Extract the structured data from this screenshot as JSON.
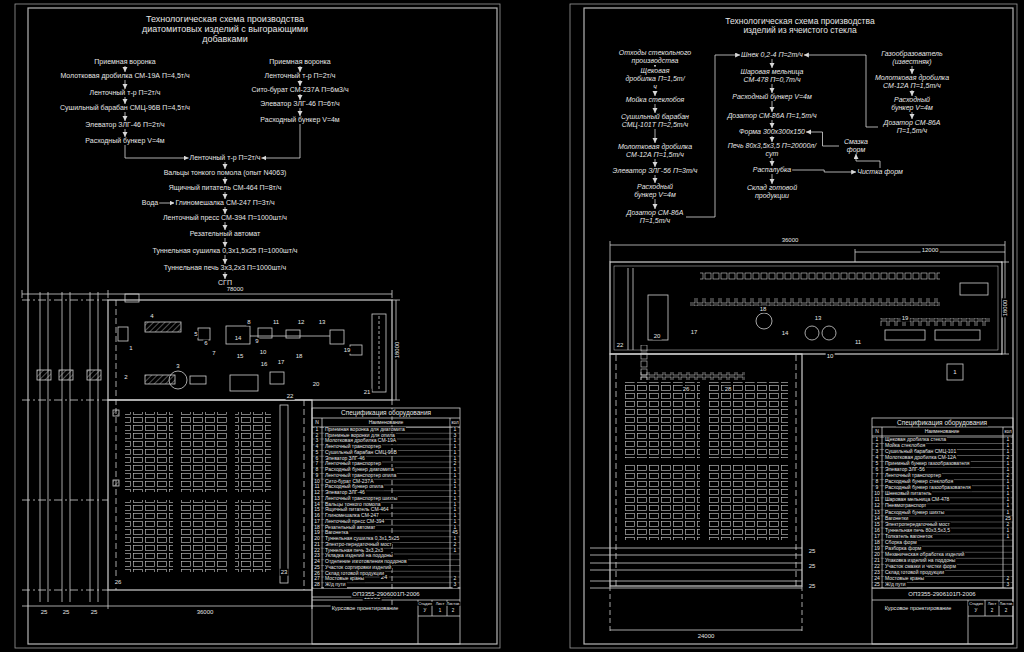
{
  "diagram": {
    "title": "Технологическая схема производства диатомитовых изделий с выгорающими добавками",
    "nodes": [
      {
        "text": [
          "Приемная воронка"
        ]
      },
      {
        "text": [
          "Молотковая дробилка СМ-19А П=4,5т/ч"
        ]
      },
      {
        "text": [
          "Ленточный т-р П=2т/ч"
        ]
      },
      {
        "text": [
          "Сушильный барабан СМЦ-96В П=4,5т/ч"
        ]
      },
      {
        "text": [
          "Элеватор ЗЛГ-46 П=2т/ч"
        ]
      },
      {
        "text": [
          "Расходный бункер V=4м"
        ]
      },
      {
        "text": [
          "Приемная воронка"
        ]
      },
      {
        "text": [
          "Ленточный т-р П=2т/ч"
        ]
      },
      {
        "text": [
          "Сито-бурат СМ-237А П=6м3/ч"
        ]
      },
      {
        "text": [
          "Элеватор ЗЛГ-46 П=6т/ч"
        ]
      },
      {
        "text": [
          "Расходный бункер V=4м"
        ]
      },
      {
        "text": [
          "Ленточный т-р П=2т/ч"
        ]
      },
      {
        "text": [
          "Вальцы тонкого помола (опыт N4063)"
        ]
      },
      {
        "text": [
          "Ящичный питатель СМ-464 П=8т/ч"
        ]
      },
      {
        "text": [
          "Вода"
        ]
      },
      {
        "text": [
          "Глиномешалка СМ-247 П=3т/ч"
        ]
      },
      {
        "text": [
          "Ленточный пресс СМ-394 П=1000шт/ч"
        ]
      },
      {
        "text": [
          "Резательный автомат"
        ]
      },
      {
        "text": [
          "Туннельная сушилка 0,3х1,5х25 П=1000шт/ч"
        ]
      },
      {
        "text": [
          "Туннельная печь 3х3,2х3 П=1000шт/ч"
        ]
      },
      {
        "text": [
          "СГП"
        ]
      },
      {
        "text": [
          "Отходы стекольного производства"
        ]
      },
      {
        "text": [
          "Щековая дробилка П=1,5т/ч"
        ]
      },
      {
        "text": [
          "Мойка стеклобоя"
        ]
      },
      {
        "text": [
          "Сушильный барабан СМЦ-101Т П=2,5т/ч"
        ]
      },
      {
        "text": [
          "Молотковая дробилка СМ-12А П=1,5т/ч"
        ]
      },
      {
        "text": [
          "Элеватор ЗЛГ-56 П=3т/ч"
        ]
      },
      {
        "text": [
          "Расходный бункер V=4м"
        ]
      },
      {
        "text": [
          "Дозатор СМ-86А П=1,5т/ч"
        ]
      },
      {
        "text": [
          "Шнек 0,2-4 П=2т/ч"
        ]
      },
      {
        "text": [
          "Шаровая мельница СМ-478 П=0,7т/ч"
        ]
      },
      {
        "text": [
          "Расходный бункер V=4м"
        ]
      },
      {
        "text": [
          "Дозатор СМ-86А П=1,5т/ч"
        ]
      },
      {
        "text": [
          "Форма 300х300х150"
        ]
      },
      {
        "text": [
          "Печь 80х3,5х3,5 П=20000л/сут"
        ]
      },
      {
        "text": [
          "Распалубка"
        ]
      },
      {
        "text": [
          "Склад готовой продукции"
        ]
      },
      {
        "text": [
          "Газообразователь (известняк)"
        ]
      },
      {
        "text": [
          "Молотковая дробилка СМ-12А П=1,5т/ч"
        ]
      },
      {
        "text": [
          "Расходный бункер V=4м"
        ]
      },
      {
        "text": [
          "Дозатор СМ-86А П=1,5т/ч"
        ]
      },
      {
        "text": [
          "Смазка форм"
        ]
      },
      {
        "text": [
          "Чистка форм"
        ]
      }
    ],
    "edges": [
      {
        "from": 0,
        "to": 1,
        "arrow": "to"
      },
      {
        "from": 1,
        "to": 2,
        "arrow": "to"
      },
      {
        "from": 2,
        "to": 3,
        "arrow": "to"
      },
      {
        "from": 3,
        "to": 4,
        "arrow": "to"
      },
      {
        "from": 4,
        "to": 5,
        "arrow": "to"
      },
      {
        "from": 5,
        "to": 11,
        "arrow": "to"
      },
      {
        "from": 6,
        "to": 7,
        "arrow": "to"
      },
      {
        "from": 7,
        "to": 8,
        "arrow": "to"
      },
      {
        "from": 8,
        "to": 9,
        "arrow": "to"
      },
      {
        "from": 9,
        "to": 10,
        "arrow": "to"
      },
      {
        "from": 10,
        "to": 11,
        "arrow": "to"
      },
      {
        "from": 11,
        "to": 12,
        "arrow": "to"
      },
      {
        "from": 12,
        "to": 13,
        "arrow": "to"
      },
      {
        "from": 13,
        "to": 15,
        "arrow": "to"
      },
      {
        "from": 14,
        "to": 15,
        "arrow": "to"
      },
      {
        "from": 15,
        "to": 16,
        "arrow": "to"
      },
      {
        "from": 16,
        "to": 17,
        "arrow": "to"
      },
      {
        "from": 17,
        "to": 18,
        "arrow": "to"
      },
      {
        "from": 18,
        "to": 19,
        "arrow": "to"
      },
      {
        "from": 19,
        "to": 20,
        "arrow": "to"
      },
      {
        "from": 21,
        "to": 22,
        "arrow": "to"
      },
      {
        "from": 22,
        "to": 23,
        "arrow": "to"
      },
      {
        "from": 23,
        "to": 24,
        "arrow": "to"
      },
      {
        "from": 24,
        "to": 25,
        "arrow": "to"
      },
      {
        "from": 25,
        "to": 26,
        "arrow": "to"
      },
      {
        "from": 26,
        "to": 27,
        "arrow": "to"
      },
      {
        "from": 27,
        "to": 28,
        "arrow": "to"
      },
      {
        "from": 28,
        "to": 29,
        "arrow": "to"
      },
      {
        "from": 29,
        "to": 30,
        "arrow": "to"
      },
      {
        "from": 30,
        "to": 31,
        "arrow": "to"
      },
      {
        "from": 31,
        "to": 32,
        "arrow": "to"
      },
      {
        "from": 32,
        "to": 33,
        "arrow": "to"
      },
      {
        "from": 33,
        "to": 34,
        "arrow": "to"
      },
      {
        "from": 34,
        "to": 35,
        "arrow": "to"
      },
      {
        "from": 35,
        "to": 36,
        "arrow": "to"
      },
      {
        "from": 35,
        "to": 42,
        "arrow": "to"
      },
      {
        "from": 42,
        "to": 41,
        "arrow": "to"
      },
      {
        "from": 41,
        "to": 33,
        "arrow": "to"
      },
      {
        "from": 37,
        "to": 38,
        "arrow": "to"
      },
      {
        "from": 38,
        "to": 39,
        "arrow": "to"
      },
      {
        "from": 39,
        "to": 40,
        "arrow": "to"
      },
      {
        "from": 40,
        "to": 29,
        "arrow": "to"
      }
    ],
    "labels": [
      "Технологическая схема производства изделий из ячеистого стекла",
      "78000",
      "36000",
      "12000",
      "18000",
      "25",
      "25",
      "25",
      "24",
      "1",
      "2",
      "3",
      "4",
      "5",
      "6",
      "7",
      "8",
      "9",
      "10",
      "11",
      "12",
      "13",
      "14",
      "15",
      "16",
      "17",
      "18",
      "19",
      "20",
      "21",
      "22",
      "23",
      "26",
      "27",
      "36000",
      "12000",
      "18000",
      "24000",
      "25",
      "25",
      "25",
      "1",
      "10",
      "13",
      "14",
      "17",
      "18",
      "19",
      "20",
      "22",
      "26",
      "28",
      "11",
      "Спецификация оборудования",
      "N",
      "Наименование",
      "кол",
      "Спецификация оборудования",
      "N",
      "Наименование",
      "кол",
      "ОП3355-2906001П-2006",
      "Курсовое проектирование",
      "Стадия",
      "Лист",
      "Листов",
      "У",
      "1",
      "2",
      "ОП3355-2906101П-2006",
      "Курсовое проектирование",
      "Стадия",
      "Лист",
      "Листов",
      "У",
      "2",
      "2",
      "1",
      "Приемная воронка для диатомита",
      "1",
      "2",
      "Приемные воронки для опила",
      "3",
      "3",
      "Молотковая дробилка СМ-19А",
      "1",
      "4",
      "Ленточный транспортер",
      "1",
      "5",
      "Сушильный барабан СМЦ-96В",
      "1",
      "6",
      "Элеватор ЗЛГ-46",
      "1",
      "7",
      "Ленточный транспортер",
      "2",
      "8",
      "Расходный бункер диатомита",
      "1",
      "9",
      "Ленточный транспортер опила",
      "1",
      "10",
      "Сито-бурат СМ-237А",
      "1",
      "11",
      "Расходный бункер опила",
      "1",
      "12",
      "Элеватор ЗЛГ-46",
      "1",
      "13",
      "Ленточный транспортер шихты",
      "1",
      "14",
      "Вальцы тонкого помола",
      "1",
      "15",
      "Ящичный питатель СМ-464",
      "1",
      "16",
      "Глиномешалка СМ-247",
      "1",
      "17",
      "Ленточный пресс СМ-394",
      "1",
      "18",
      "Резательный автомат",
      "1",
      "19",
      "Вагонетка",
      "45",
      "20",
      "Туннельная сушилка 0,3х1,5х25",
      "1",
      "21",
      "Электро-передаточный мост",
      "2",
      "22",
      "Туннельная печь 3х3,2х3",
      "1",
      "23",
      "Укладка изделий на поддоны",
      "24",
      "Отделение изготовления поддонов",
      "25",
      "Участок сортировки изделий",
      "26",
      "Склад готовой продукции",
      "27",
      "Мостовые краны",
      "2",
      "28",
      "Ж/д пути",
      "3",
      "1",
      "Щековая дробилка стекла",
      "1",
      "2",
      "Мойка стеклобоя",
      "1",
      "3",
      "Сушильный барабан СМЦ-101",
      "1",
      "4",
      "Молотковая дробилка СМ-12А",
      "2",
      "5",
      "Приемный бункер газообразователя",
      "1",
      "6",
      "Элеватор ЗЛГ-56",
      "1",
      "7",
      "Ленточный транспортер",
      "2",
      "8",
      "Расходный бункер стеклобоя",
      "1",
      "9",
      "Расходный бункер газообразователя",
      "1",
      "10",
      "Шнековый питатель",
      "1",
      "11",
      "Шаровая мельница СМ-478",
      "1",
      "12",
      "Пневмотранспорт",
      "1",
      "13",
      "Расходный бункер шихты",
      "1",
      "14",
      "Вагонетки",
      "25",
      "15",
      "Электропередаточный мост",
      "2",
      "16",
      "Туннельная печь 80х3,5х3,5",
      "1",
      "17",
      "Толкатель вагонеток",
      "1",
      "18",
      "Сборка форм",
      "19",
      "Разборка форм",
      "20",
      "Механическая обработка изделий",
      "21",
      "Упаковка изделий на поддоны",
      "22",
      "Участок смазки и чистки форм",
      "23",
      "Склад готовой продукции",
      "24",
      "Мостовые краны",
      "2",
      "25",
      "Ж/д пути",
      "3"
    ]
  }
}
